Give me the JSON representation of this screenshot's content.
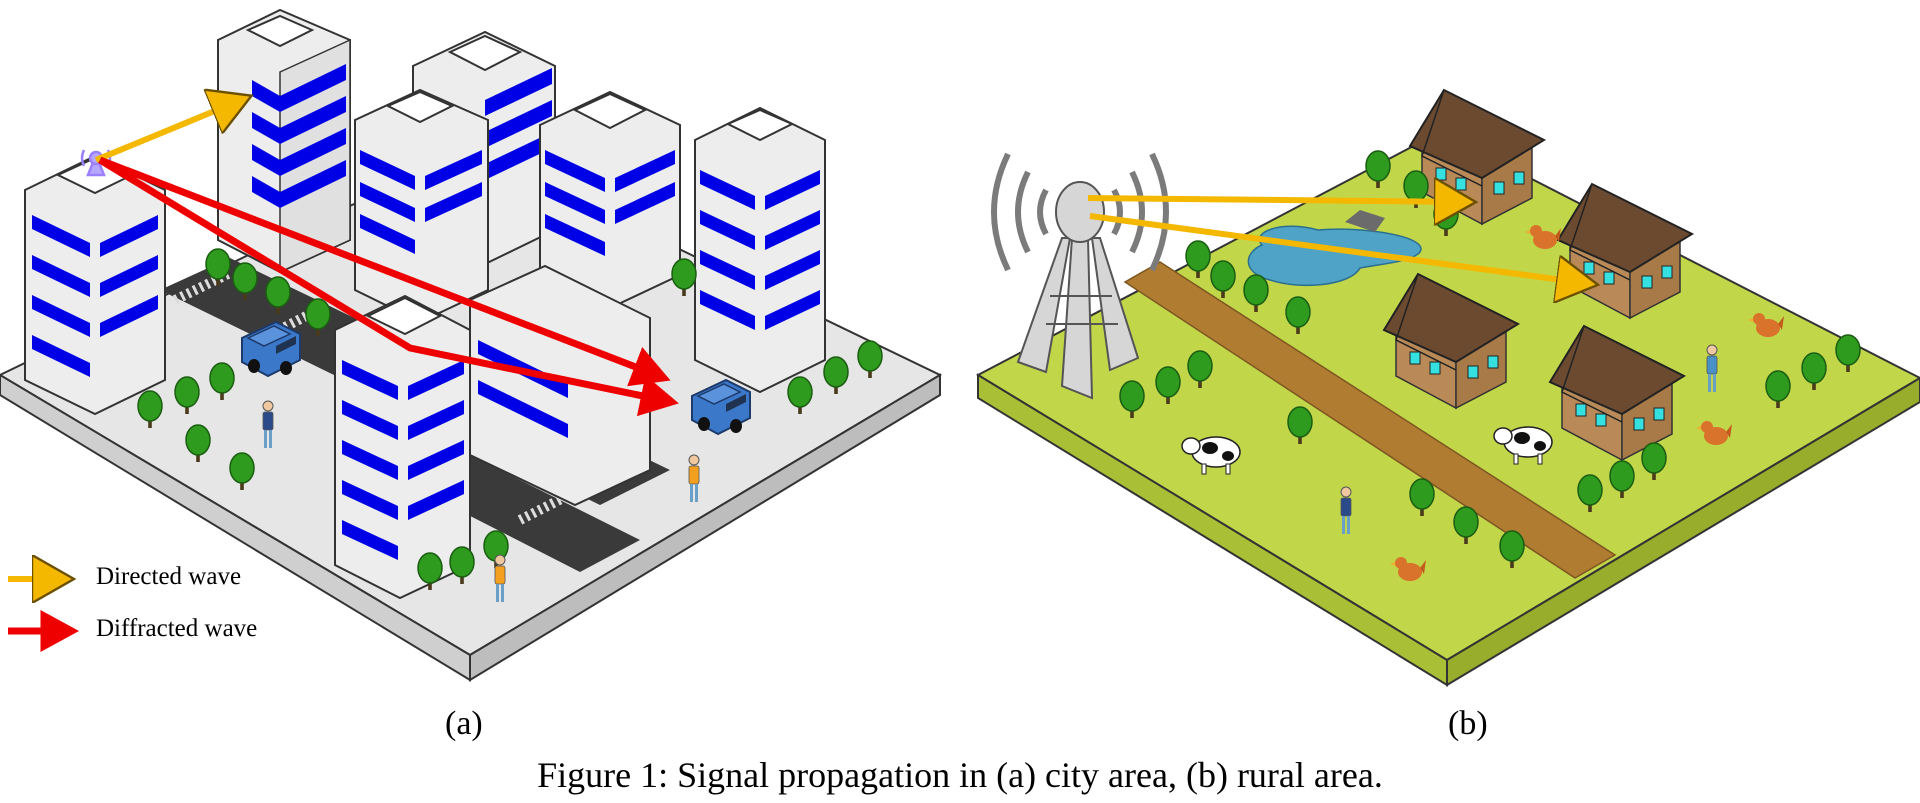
{
  "figure": {
    "caption": "Figure 1: Signal propagation in (a) city area, (b) rural area.",
    "panel_a_label": "(a)",
    "panel_b_label": "(b)"
  },
  "legend": {
    "directed": {
      "label": "Directed wave",
      "color": "#F5B800"
    },
    "diffracted": {
      "label": "Diffracted wave",
      "color": "#EE0000"
    }
  },
  "colors": {
    "city_ground": "#E6E6E6",
    "building": "#EDEDED",
    "window": "#0000E6",
    "road": "#3A3A3A",
    "rural_ground": "#C2D64A",
    "dirt_road": "#B07C32",
    "pond": "#4FA3C7",
    "roof": "#6B4A30",
    "house_wall": "#B98A57",
    "tree": "#2E9A1E",
    "car": "#3C78C9",
    "tower": "#D6D6D6"
  },
  "icons": [
    "antenna-icon",
    "radio-tower-icon",
    "car-icon",
    "tree-icon",
    "pedestrian-icon",
    "cow-icon",
    "chicken-icon",
    "house-icon",
    "office-building-icon",
    "pond-icon"
  ]
}
